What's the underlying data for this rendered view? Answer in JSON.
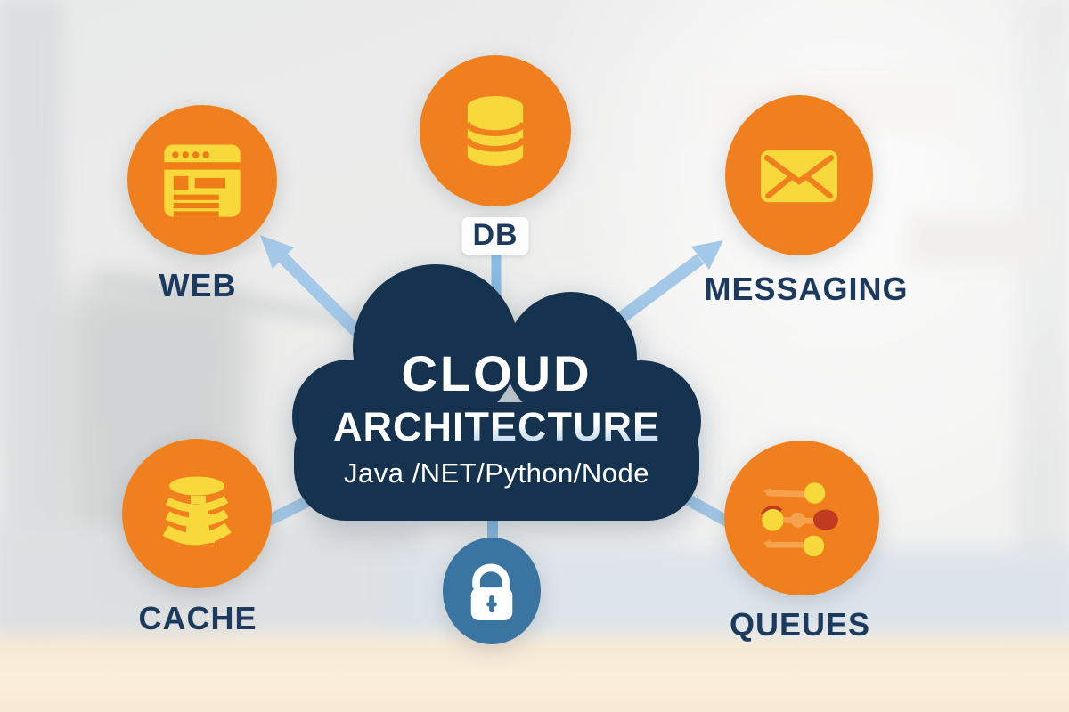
{
  "title": "Cloud architecture diagram",
  "center": {
    "title_line1": "CLOUD",
    "title_line2_head": "ARCHI",
    "title_line2_tail": "TECTURE",
    "stack_line": "Java /NET/Python/Node"
  },
  "nodes": {
    "web": {
      "label": "WEB",
      "icon": "browser-icon"
    },
    "db": {
      "label": "DB",
      "icon": "database-icon"
    },
    "messaging": {
      "label": "MESSAGING",
      "icon": "envelope-icon"
    },
    "cache": {
      "label": "CACHE",
      "icon": "cache-database-icon"
    },
    "security": {
      "label": "",
      "icon": "padlock-icon"
    },
    "queues": {
      "label": "QUEUES",
      "icon": "sliders-icon"
    }
  },
  "theme": {
    "orange": "#f0801d",
    "yellow": "#f8d93b",
    "orange-deep": "#ef7d15",
    "navy": "#15324e",
    "label-navy": "#1c3a5e",
    "arrow-blue": "#a4c9e8",
    "connector-blue": "#8bbfe6",
    "lock-blue": "#3a74a0",
    "knob-red": "#c23a21",
    "knob-orange": "#f6a14b",
    "desk": "#fbeeda"
  }
}
